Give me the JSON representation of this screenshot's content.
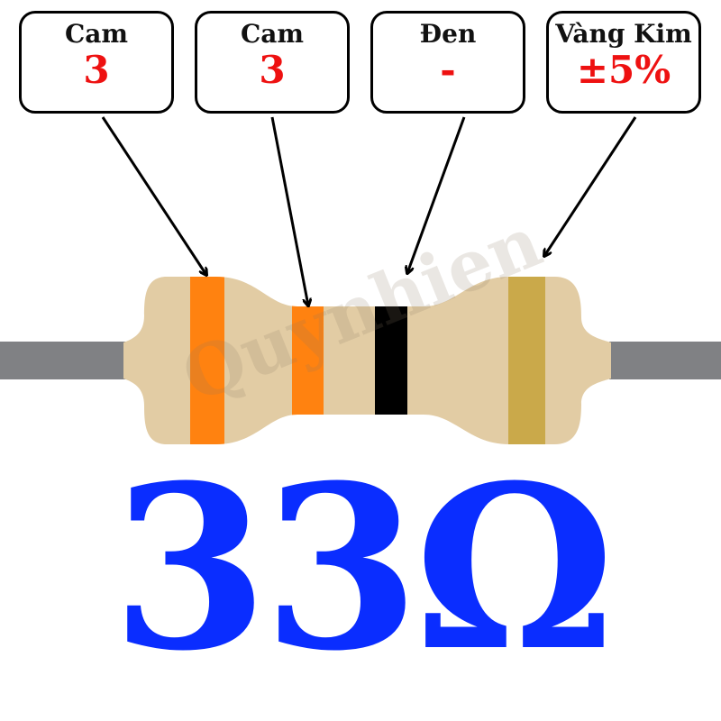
{
  "colors": {
    "body": "#e2cca4",
    "lead": "#808184",
    "orange": "#ff8210",
    "black": "#000000",
    "gold": "#caa94a",
    "value_text": "#ee1111",
    "result_text": "#0a2dff"
  },
  "bands": [
    {
      "name": "Cam",
      "value": "3",
      "color": "#ff8210"
    },
    {
      "name": "Cam",
      "value": "3",
      "color": "#ff8210"
    },
    {
      "name": "Đen",
      "value": "-",
      "color": "#000000"
    },
    {
      "name": "Vàng Kim",
      "value": "±5%",
      "color": "#caa94a"
    }
  ],
  "result": "33Ω",
  "watermark": "Quynhien"
}
